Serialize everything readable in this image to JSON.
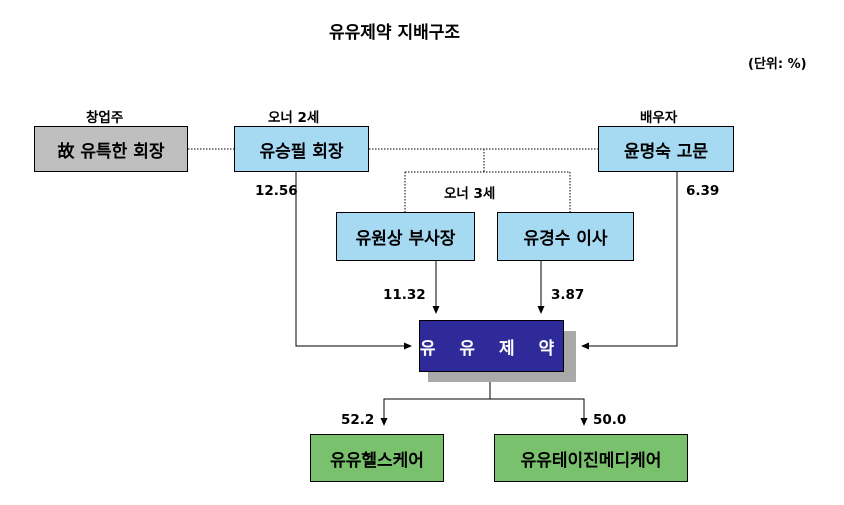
{
  "title": "유유제약 지배구조",
  "unit": "(단위: %)",
  "captions": {
    "founder": "창업주",
    "owner2": "오너 2세",
    "owner3": "오너 3세",
    "spouse": "배우자"
  },
  "nodes": {
    "founder": "故 유특한 회장",
    "chairman": "유승필 회장",
    "advisor": "윤명숙 고문",
    "vp": "유원상 부사장",
    "director": "유경수 이사",
    "company": "유 유 제 약",
    "sub1": "유유헬스케어",
    "sub2": "유유테이진메디케어"
  },
  "stakes": {
    "chairman": "12.56",
    "advisor": "6.39",
    "vp": "11.32",
    "director": "3.87",
    "sub1": "52.2",
    "sub2": "50.0"
  },
  "colors": {
    "founder_box": "#bfbfbf",
    "family_box": "#a6d9f2",
    "company_box": "#2e2a99",
    "subsidiary_box": "#7ac16d",
    "shadow": "#a9a9a9"
  }
}
